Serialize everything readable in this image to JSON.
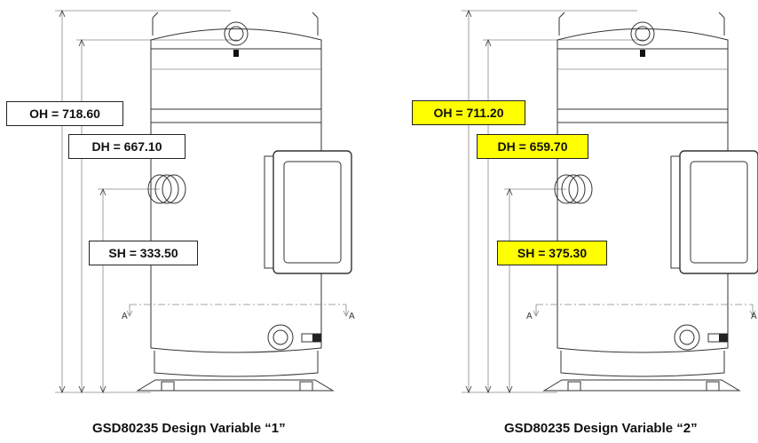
{
  "colors": {
    "highlight": "#ffff00",
    "plain": "#ffffff",
    "line": "#333333"
  },
  "variants": [
    {
      "caption": "GSD80235 Design Variable “1”",
      "oh": "OH = 718.60",
      "dh": "DH = 667.10",
      "sh": "SH = 333.50",
      "highlighted": false
    },
    {
      "caption": "GSD80235 Design Variable “2”",
      "oh": "OH = 711.20",
      "dh": "DH = 659.70",
      "sh": "SH = 375.30",
      "highlighted": true
    }
  ],
  "section_marker": "A"
}
